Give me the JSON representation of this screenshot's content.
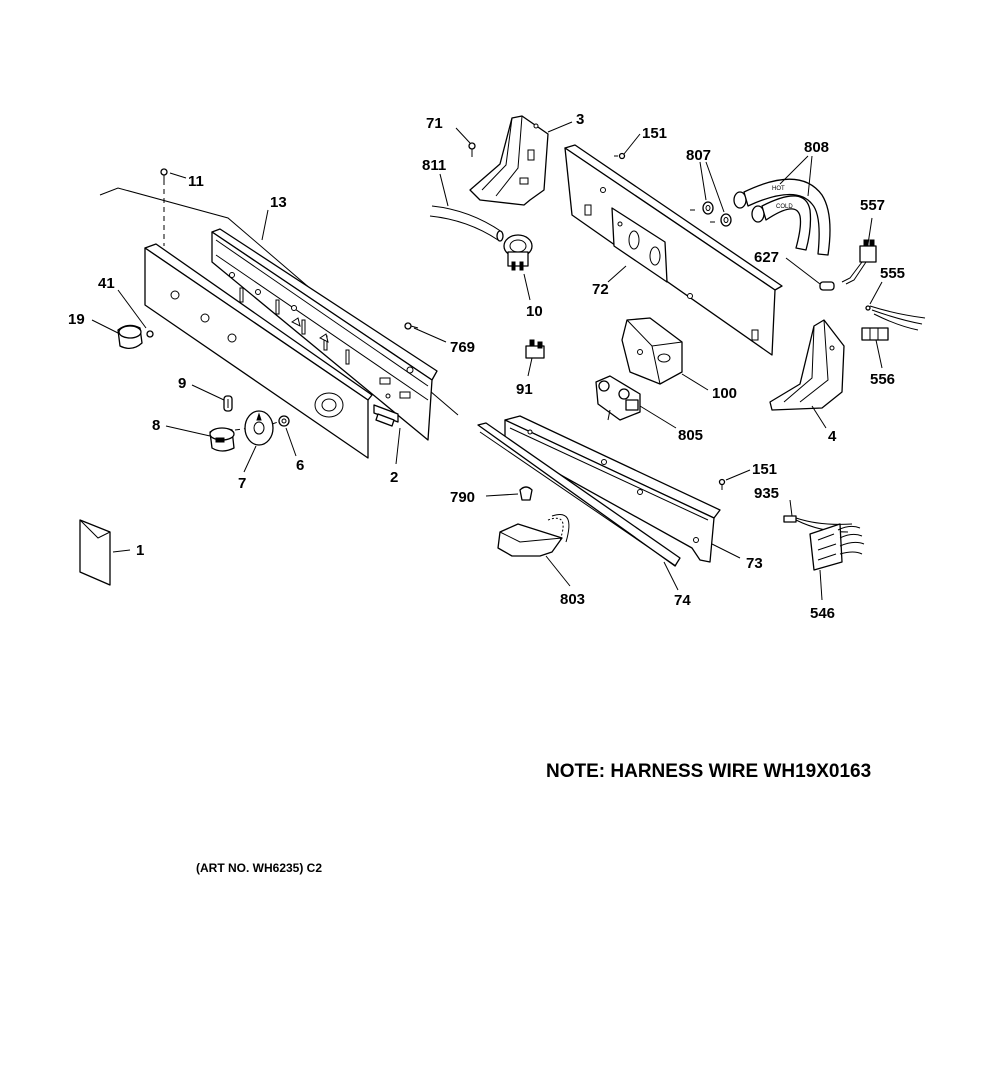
{
  "note": "NOTE: HARNESS WIRE WH19X0163",
  "art_number": "(ART NO. WH6235) C2",
  "hose_tags": {
    "hot": "HOT",
    "cold": "COLD"
  },
  "labels": {
    "p1": "1",
    "p2": "2",
    "p3": "3",
    "p4": "4",
    "p6": "6",
    "p7": "7",
    "p8": "8",
    "p9": "9",
    "p10": "10",
    "p11": "11",
    "p13": "13",
    "p19": "19",
    "p41": "41",
    "p71": "71",
    "p72": "72",
    "p73": "73",
    "p74": "74",
    "p91": "91",
    "p100": "100",
    "p151a": "151",
    "p151b": "151",
    "p546": "546",
    "p555": "555",
    "p556": "556",
    "p557": "557",
    "p627": "627",
    "p769": "769",
    "p790": "790",
    "p803": "803",
    "p805": "805",
    "p807": "807",
    "p808": "808",
    "p811": "811",
    "p935": "935"
  }
}
